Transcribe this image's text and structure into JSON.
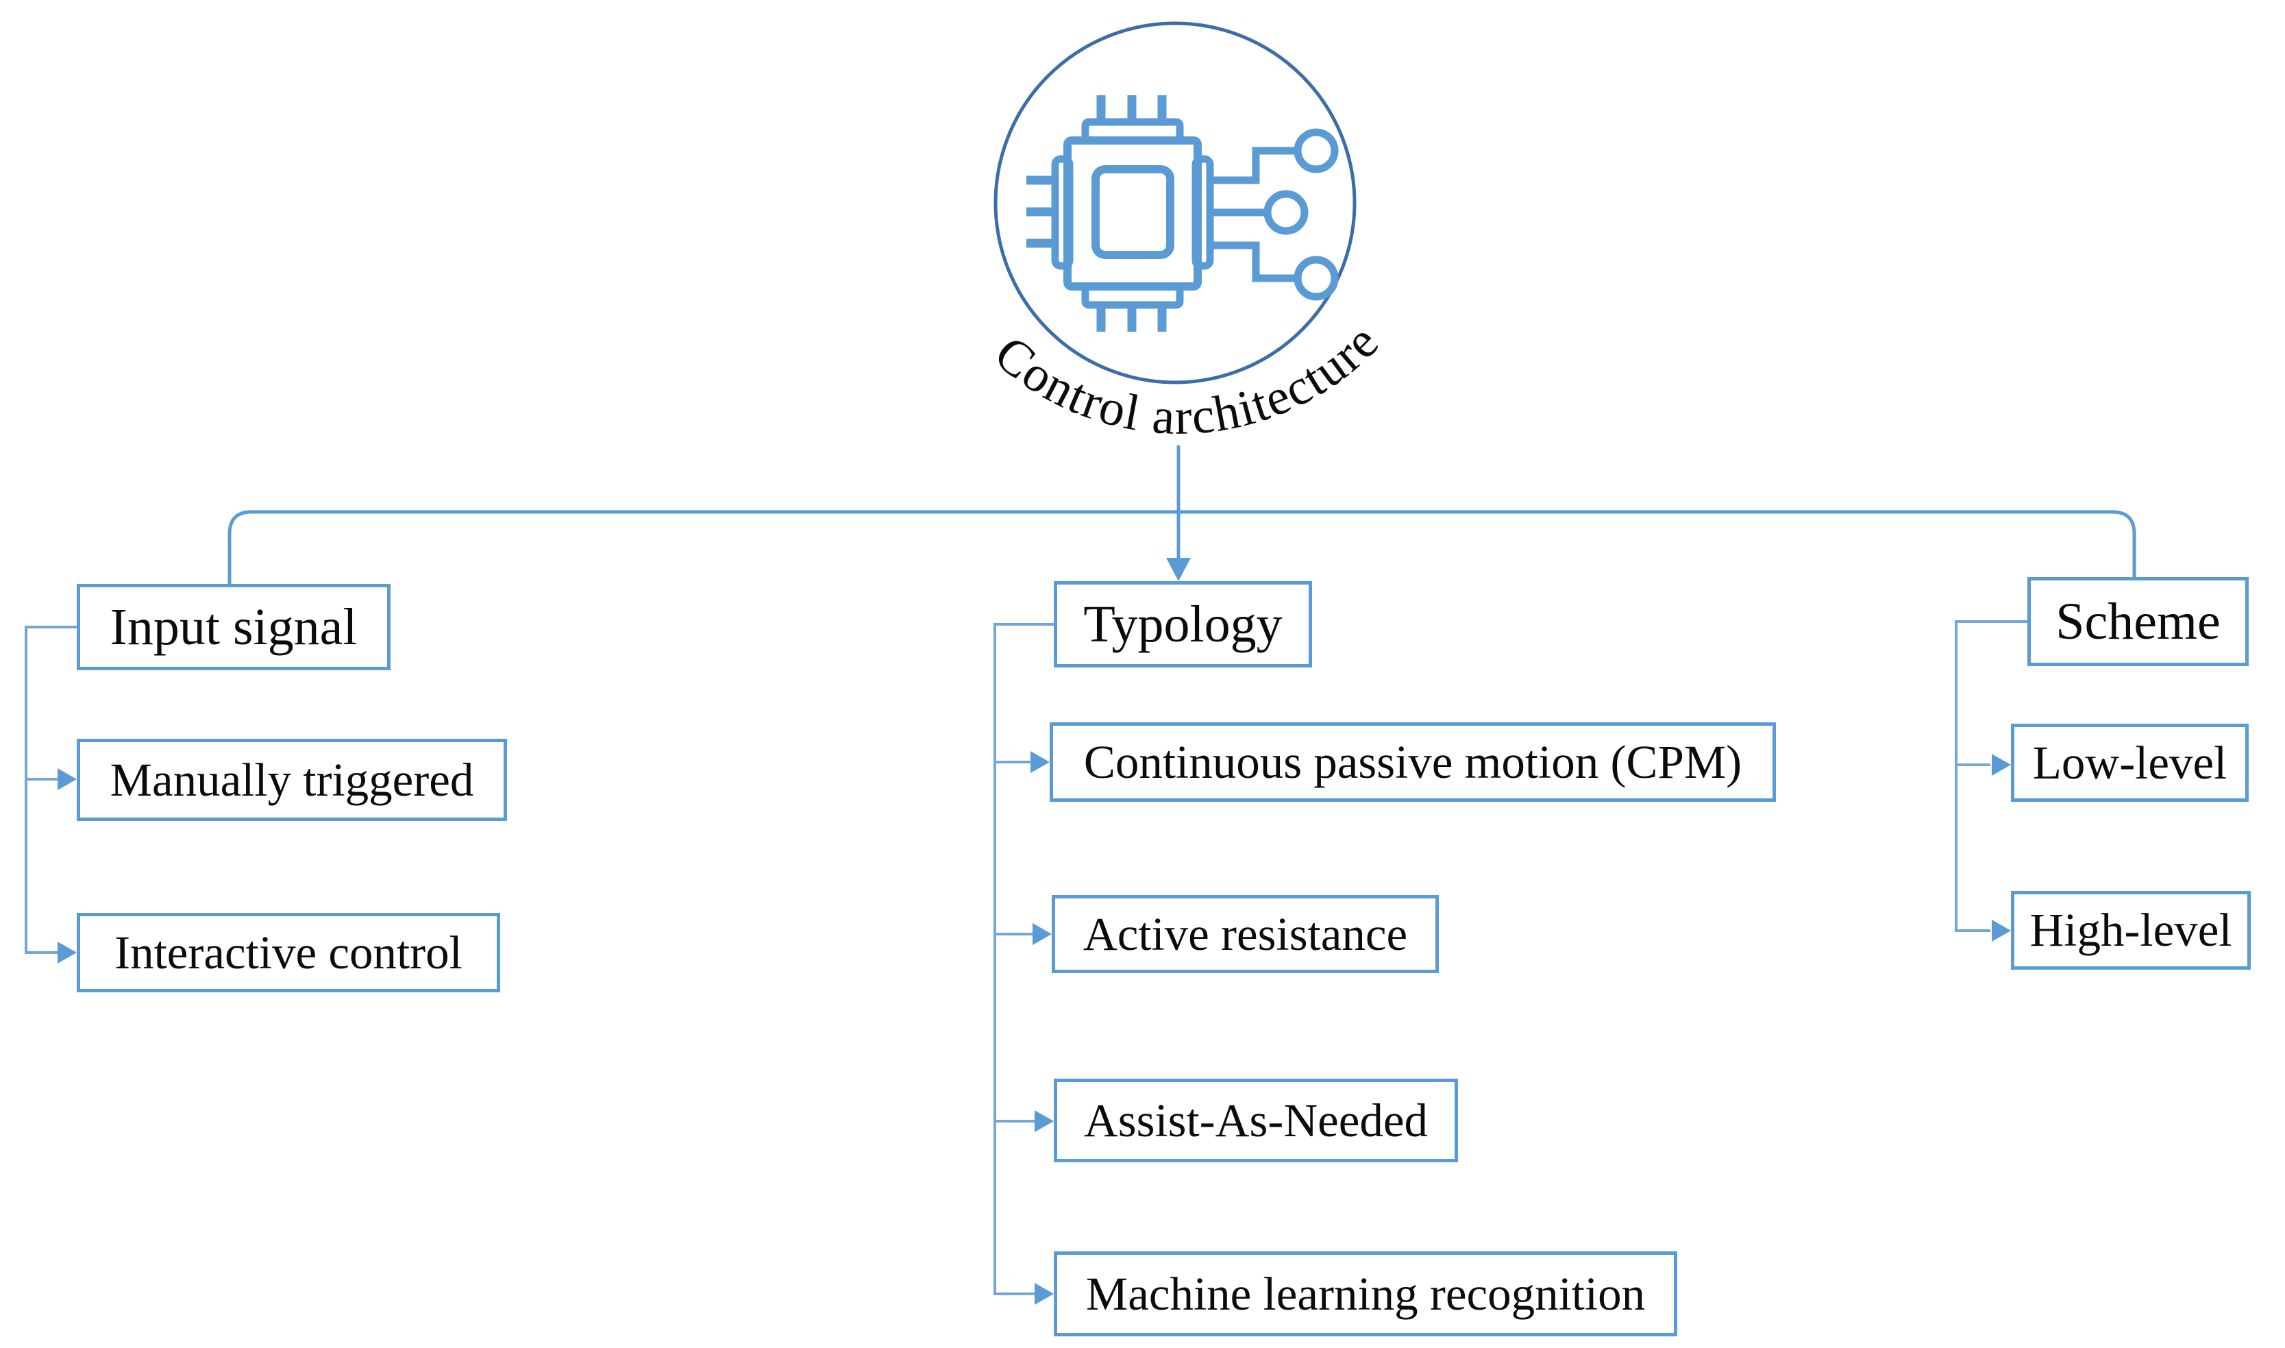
{
  "diagram": {
    "root": {
      "label": "Control architecture",
      "icon": "cpu-chip-icon"
    },
    "branches": [
      {
        "id": "input-signal",
        "label": "Input signal",
        "children": [
          {
            "id": "manually-triggered",
            "label": "Manually triggered"
          },
          {
            "id": "interactive-control",
            "label": "Interactive control"
          }
        ]
      },
      {
        "id": "typology",
        "label": "Typology",
        "children": [
          {
            "id": "cpm",
            "label": "Continuous passive motion (CPM)"
          },
          {
            "id": "active-resistance",
            "label": "Active resistance"
          },
          {
            "id": "assist-as-needed",
            "label": "Assist-As-Needed"
          },
          {
            "id": "machine-learning-recognition",
            "label": "Machine learning recognition"
          }
        ]
      },
      {
        "id": "scheme",
        "label": "Scheme",
        "children": [
          {
            "id": "low-level",
            "label": "Low-level"
          },
          {
            "id": "high-level",
            "label": "High-level"
          }
        ]
      }
    ],
    "colors": {
      "accent_blue": "#5b9bd5",
      "connector_blue": "#74a5d8",
      "circle_stroke_blue": "#3d6da8",
      "text_black": "#0b0b0b",
      "background": "#ffffff"
    }
  }
}
